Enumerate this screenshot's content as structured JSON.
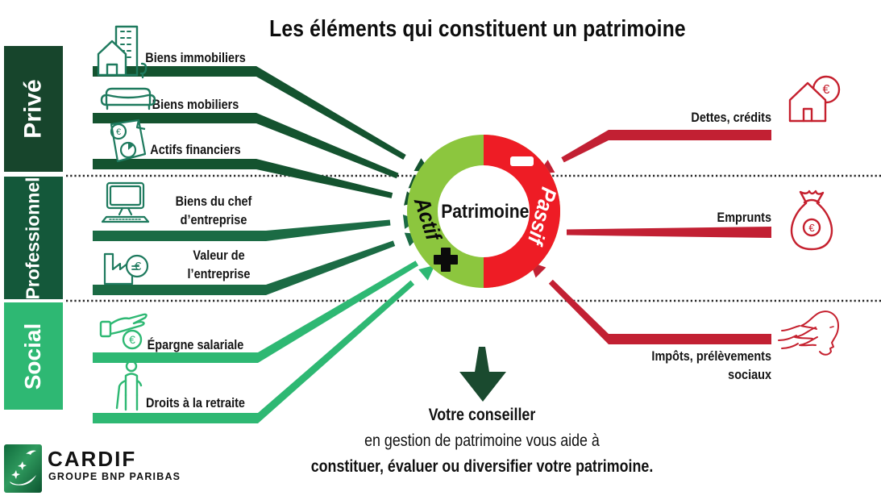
{
  "title": "Les éléments qui constituent un patrimoine",
  "categories": [
    {
      "label": "Privé"
    },
    {
      "label": "Professionnel"
    },
    {
      "label": "Social"
    }
  ],
  "left_items": [
    {
      "label": "Biens immobiliers",
      "icon": "buildings-icon",
      "category": "Privé"
    },
    {
      "label": "Biens mobiliers",
      "icon": "sofa-icon",
      "category": "Privé"
    },
    {
      "label": "Actifs financiers",
      "icon": "financial-document-icon",
      "category": "Privé"
    },
    {
      "label": "Biens du chef d’entreprise",
      "icon": "computer-icon",
      "category": "Professionnel"
    },
    {
      "label": "Valeur de l’entreprise",
      "icon": "factory-euro-icon",
      "category": "Professionnel"
    },
    {
      "label": "Épargne salariale",
      "icon": "hand-euro-icon",
      "category": "Social"
    },
    {
      "label": "Droits à la retraite",
      "icon": "retiree-icon",
      "category": "Social"
    }
  ],
  "right_items": [
    {
      "label": "Dettes, crédits",
      "icon": "house-euro-icon"
    },
    {
      "label": "Emprunts",
      "icon": "money-bag-icon"
    },
    {
      "label": "Impôts, prélèvements sociaux",
      "icon": "marianne-icon"
    }
  ],
  "center": {
    "label": "Patrimoine",
    "left_half_label": "Actif",
    "right_half_label": "Passif",
    "plus_icon": "plus-icon",
    "minus_icon": "minus-icon"
  },
  "footer": {
    "line1": "Votre conseiller",
    "line2": "en gestion de patrimoine vous aide à",
    "line3": "constituer, évaluer ou diversifier votre patrimoine."
  },
  "logo": {
    "name": "CARDIF",
    "subtitle": "GROUPE BNP PARIBAS"
  },
  "icons": {
    "euro_glyph": "€"
  },
  "colors": {
    "prive_band": "#17452c",
    "professionnel_band": "#14583a",
    "social_band": "#2eb873",
    "prive_arrow": "#14532f",
    "professionnel_arrow": "#1b6b44",
    "social_arrow": "#2eb873",
    "red_arrow": "#c22033",
    "donut_green": "#8cc63e",
    "donut_red": "#ee1c25",
    "teal_icon": "#1e7a5e",
    "red_icon": "#c5202e"
  }
}
